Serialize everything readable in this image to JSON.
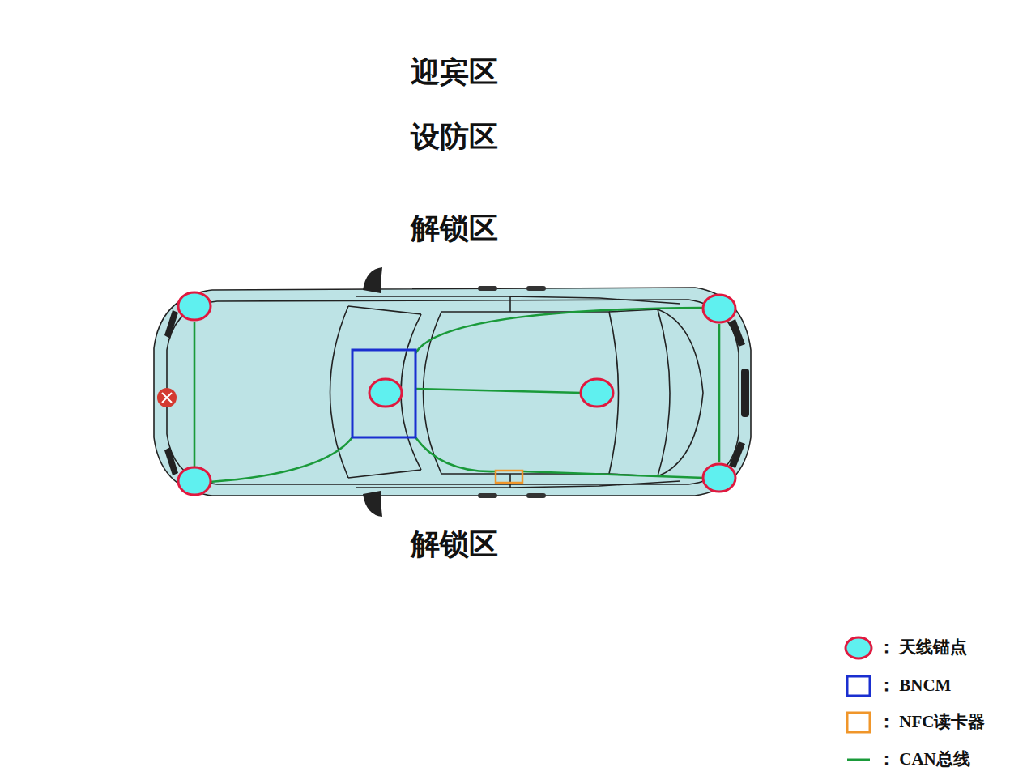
{
  "diagram": {
    "nodes": [
      {
        "text": [
          "迎宾区"
        ]
      },
      {
        "text": [
          "设防区"
        ],
        "in": 0
      },
      {
        "text": [
          "解锁区",
          "解锁区"
        ],
        "in": 1
      }
    ],
    "legend": [
      {
        "text": "： 天线锚点"
      },
      {
        "text": "： BNCM"
      },
      {
        "text": "： NFC读卡器"
      },
      {
        "text": "： CAN总线"
      }
    ]
  }
}
